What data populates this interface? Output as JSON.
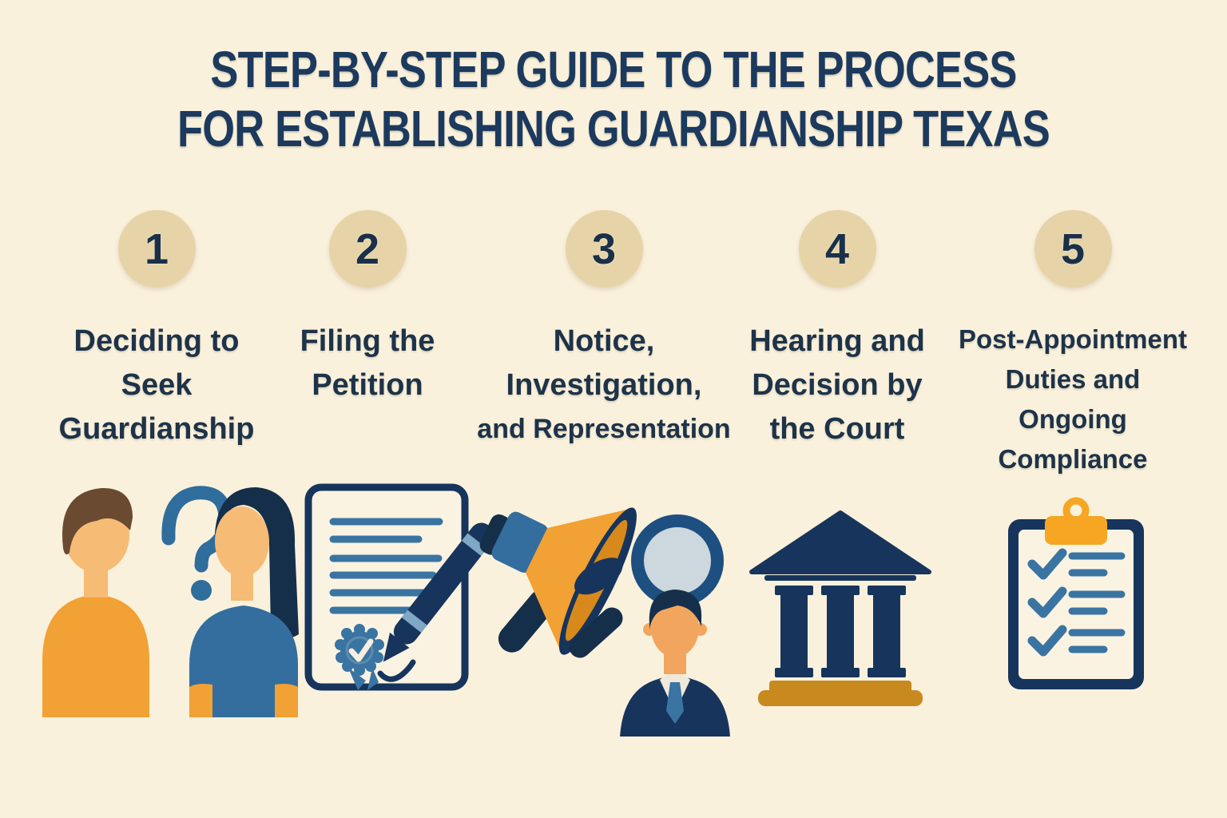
{
  "title": {
    "line1": "STEP-BY-STEP GUIDE TO THE PROCESS",
    "line2": "FOR ESTABLISHING GUARDIANSHIP TEXAS"
  },
  "steps": [
    {
      "number": "1",
      "label": "Deciding to Seek Guardianship",
      "label_lines": [
        "Deciding to",
        "Seek",
        "Guardianship"
      ],
      "icon": "couple-question-icon"
    },
    {
      "number": "2",
      "label": "Filing the Petition",
      "label_lines": [
        "Filing the",
        "Petition"
      ],
      "icon": "petition-document-icon"
    },
    {
      "number": "3",
      "label": "Notice, Investigation, and Representation",
      "label_lines": [
        "Notice,",
        "Investigation,",
        "and Representation"
      ],
      "icon": "megaphone-magnifier-attorney-icon"
    },
    {
      "number": "4",
      "label": "Hearing and Decision by the Court",
      "label_lines": [
        "Hearing and",
        "Decision by",
        "the Court"
      ],
      "icon": "courthouse-icon"
    },
    {
      "number": "5",
      "label": "Post-Appointment Duties and Ongoing Compliance",
      "label_lines": [
        "Post-Appointment",
        "Duties and",
        "Ongoing",
        "Compliance"
      ],
      "icon": "checklist-clipboard-icon"
    }
  ],
  "colors": {
    "background": "#faf1dd",
    "title": "#1c3a5e",
    "circle_bg": "#e6d4a8",
    "circle_number": "#1a3049",
    "label": "#1d3349",
    "orange": "#f2a134",
    "orange_dark": "#d8891b",
    "skin": "#f6bb74",
    "skin_dark": "#f2a55f",
    "hair_brown": "#6b4a32",
    "navy": "#17355c",
    "dark_navy": "#152f4b",
    "medium_blue": "#3a74a2",
    "steel_blue": "#2f6d9c",
    "woman_blue": "#336e9e",
    "lens": "#ccd7de",
    "gold": "#c8891f",
    "clip_orange": "#f6a623",
    "paper": "#fbf3e2"
  }
}
